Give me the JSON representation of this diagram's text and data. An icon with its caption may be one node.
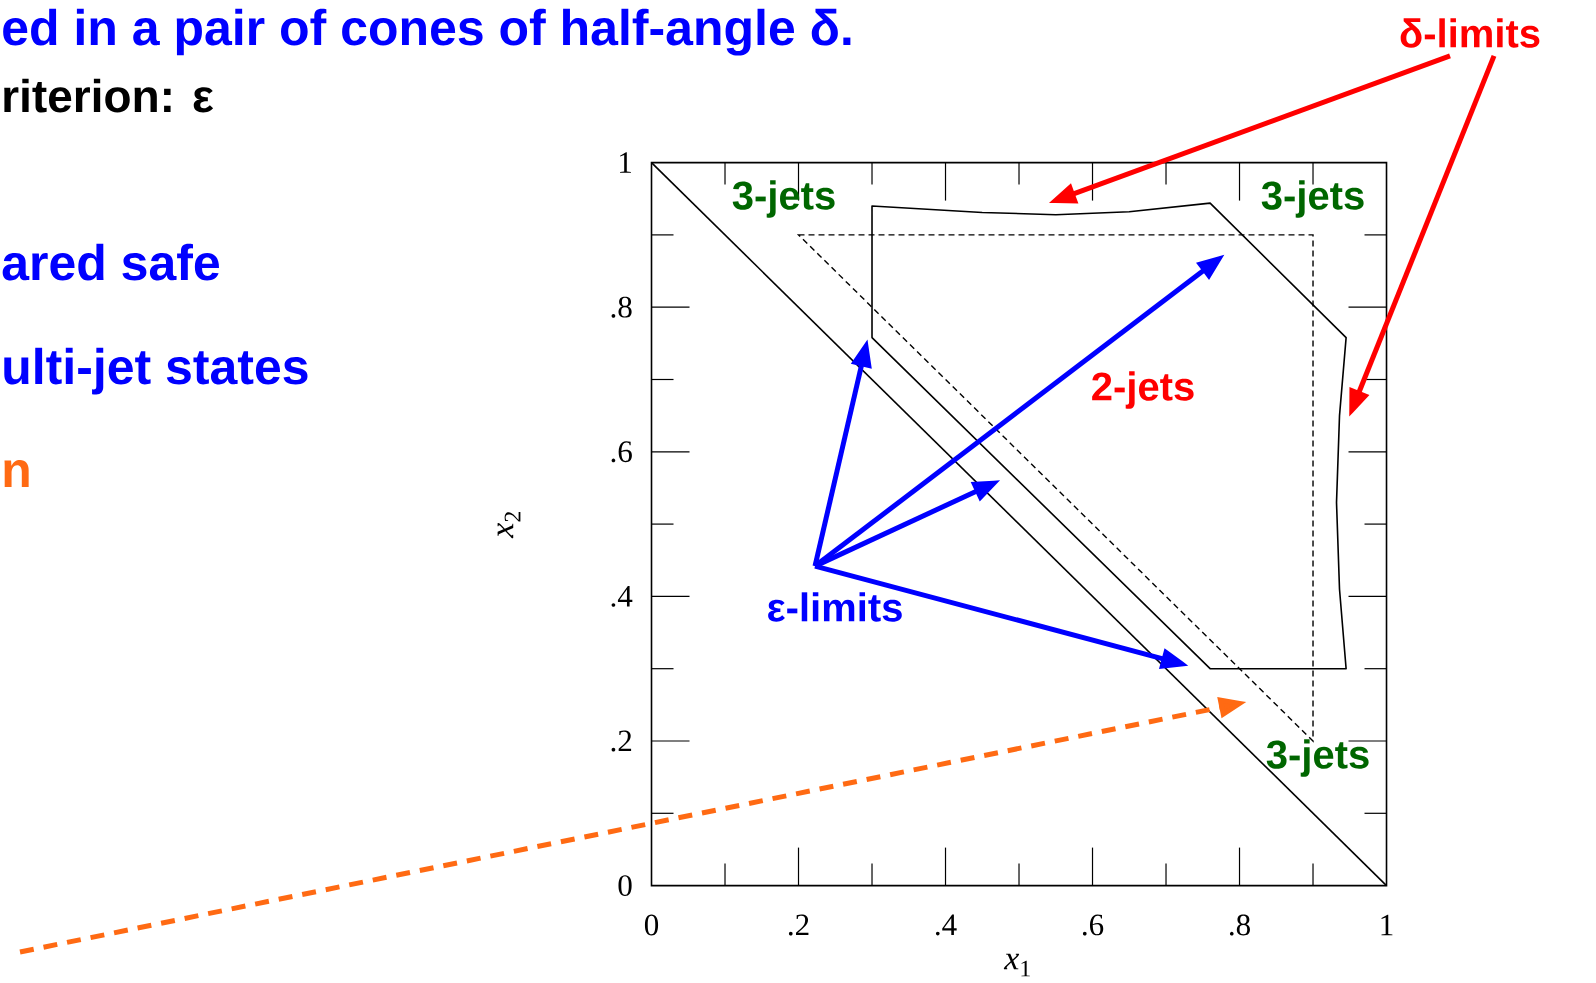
{
  "diagram": {
    "nodes": [
      {
        "text": [
          "δ-limits"
        ]
      },
      {
        "text": [
          "ε-limits"
        ]
      }
    ],
    "edges": [
      {
        "from": 0,
        "to": null,
        "arrow": "to",
        "color": "#ff0000"
      },
      {
        "from": 0,
        "to": null,
        "arrow": "to",
        "color": "#ff0000"
      },
      {
        "from": 1,
        "to": null,
        "arrow": "to",
        "color": "#0000ff"
      },
      {
        "from": 1,
        "to": null,
        "arrow": "to",
        "color": "#0000ff"
      },
      {
        "from": 1,
        "to": null,
        "arrow": "to",
        "color": "#0000ff"
      },
      {
        "from": 1,
        "to": null,
        "arrow": "to",
        "color": "#0000ff"
      }
    ],
    "labels": [
      "ed in a pair of cones of half-angle δ.",
      "riterion: ε",
      "ared safe",
      "ulti-jet states",
      "n",
      "3-jets",
      "3-jets",
      "2-jets",
      "3-jets",
      "1",
      ".8",
      ".6",
      ".4",
      ".2",
      "0",
      "0",
      ".2",
      ".4",
      ".6",
      ".8",
      "1",
      "*x*$_{2}$",
      "*x*$_{1}$"
    ]
  }
}
